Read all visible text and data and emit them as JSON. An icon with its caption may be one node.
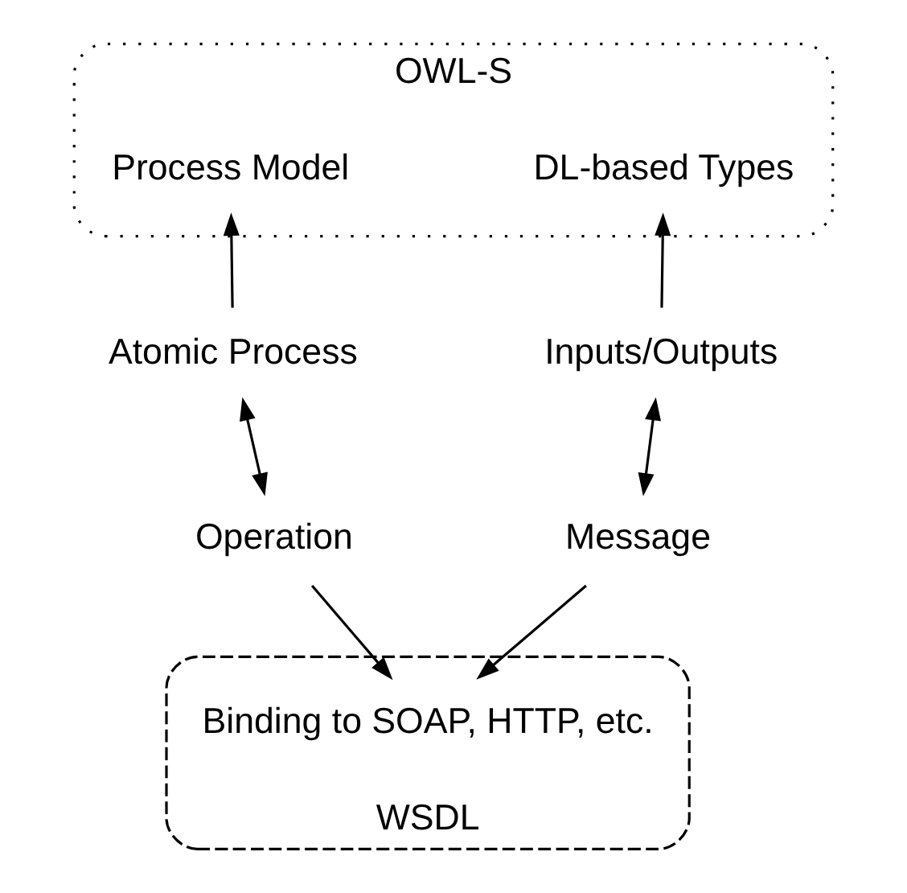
{
  "diagram": {
    "nodes": [
      {
        "text": [
          "OWL-S"
        ]
      },
      {
        "text": [
          "Process Model"
        ],
        "in": 0
      },
      {
        "text": [
          "DL-based Types"
        ],
        "in": 0
      },
      {
        "text": [
          "Atomic Process"
        ]
      },
      {
        "text": [
          "Inputs/Outputs"
        ]
      },
      {
        "text": [
          "Operation"
        ]
      },
      {
        "text": [
          "Message"
        ]
      },
      {
        "text": [
          "WSDL"
        ]
      },
      {
        "text": [
          "Binding to SOAP, HTTP, etc."
        ],
        "in": 7
      }
    ],
    "edges": [
      {
        "from": 3,
        "to": 1,
        "arrow": "to"
      },
      {
        "from": 4,
        "to": 2,
        "arrow": "to"
      },
      {
        "from": 3,
        "to": 5,
        "arrow": "both"
      },
      {
        "from": 4,
        "to": 6,
        "arrow": "both"
      },
      {
        "from": 5,
        "to": 8,
        "arrow": "to"
      },
      {
        "from": 6,
        "to": 8,
        "arrow": "to"
      }
    ]
  }
}
